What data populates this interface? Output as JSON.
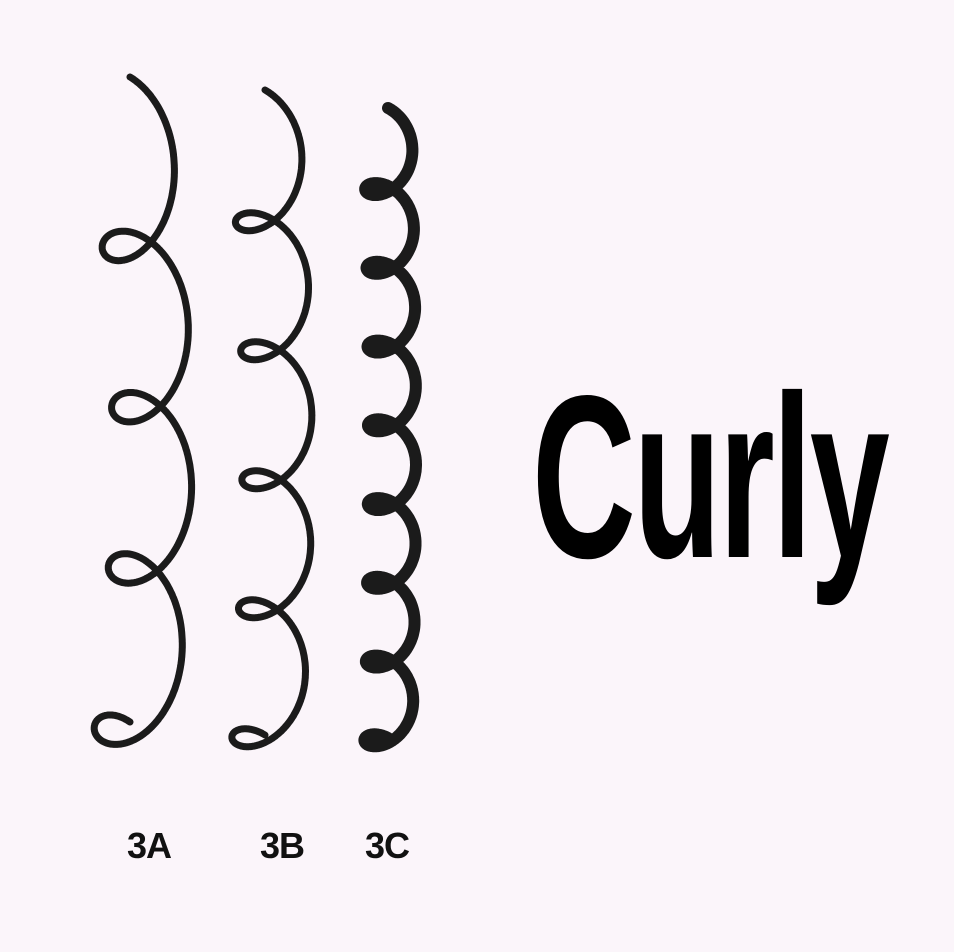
{
  "headline": "Curly",
  "curl_types": [
    {
      "label": "3A",
      "icon": "3a-curl-icon"
    },
    {
      "label": "3B",
      "icon": "3b-curl-icon"
    },
    {
      "label": "3C",
      "icon": "3c-curl-icon"
    }
  ],
  "colors": {
    "background": "#fbf5fa",
    "stroke": "#1b1b1b",
    "text": "#000000"
  }
}
